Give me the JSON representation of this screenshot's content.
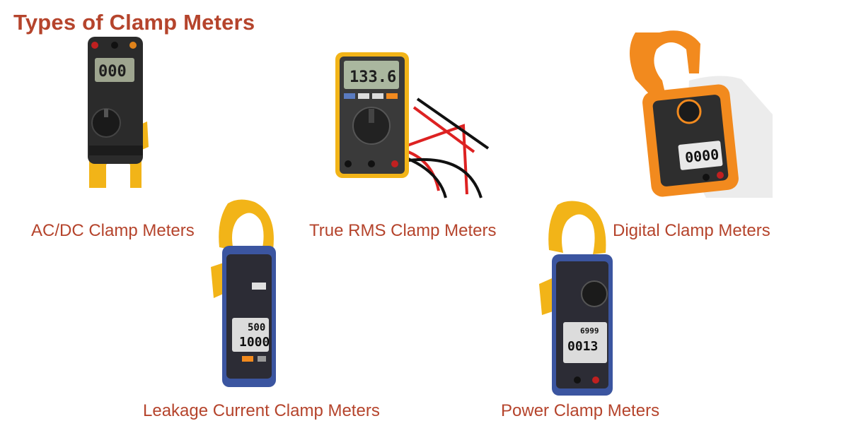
{
  "title": "Types of Clamp Meters",
  "labels": {
    "acdc": "AC/DC Clamp Meters",
    "true_rms": "True RMS Clamp Meters",
    "digital": "Digital Clamp Meters",
    "leakage": "Leakage Current Clamp Meters",
    "power": "Power Clamp Meters"
  },
  "displays": {
    "acdc": "000",
    "true_rms": "133.6",
    "digital": "0000",
    "leakage_top": "500",
    "leakage_bottom": "1000",
    "power_top": "6999",
    "power_bottom": "0013"
  },
  "colors": {
    "text": "#b5442c",
    "clamp_yellow": "#f2b418",
    "body_dark": "#2b2b2b",
    "body_blue": "#3b55a0",
    "body_orange": "#f28a1e"
  }
}
